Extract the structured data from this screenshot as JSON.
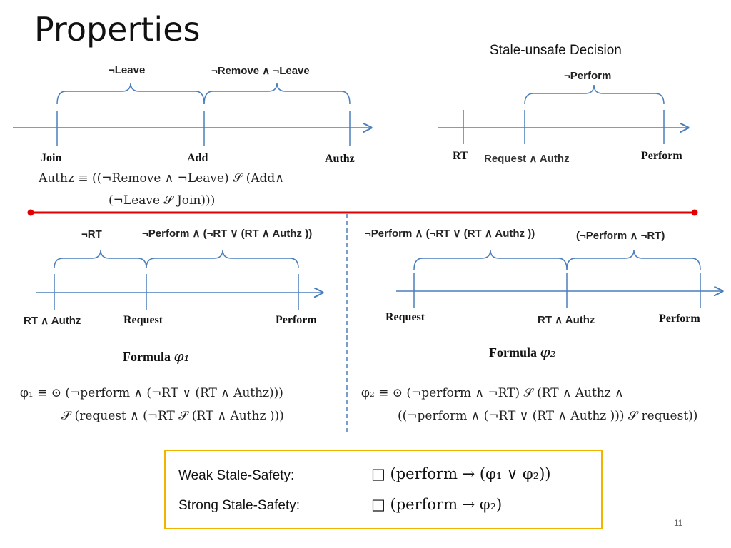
{
  "slide": {
    "title": "Properties",
    "page_number": "11"
  },
  "top_left": {
    "brace_labels": [
      "¬Leave",
      "¬Remove ∧  ¬Leave"
    ],
    "tick_labels": [
      "Join",
      "Add",
      "Authz"
    ],
    "formula_line1": "Authz ≡ ((¬Remove ∧ ¬Leave) 𝒮 (Add∧",
    "formula_line2": "(¬Leave 𝒮 Join)))"
  },
  "top_right": {
    "heading": "Stale-unsafe Decision",
    "brace_label": "¬Perform",
    "tick_labels": [
      "RT",
      "Request ∧ Authz",
      "Perform"
    ]
  },
  "bottom_left": {
    "brace_labels": [
      "¬RT",
      "¬Perform ∧  (¬RT ∨ (RT ∧ Authz ))"
    ],
    "tick_labels": [
      "RT ∧ Authz",
      "Request",
      "Perform"
    ],
    "caption": "Formula",
    "caption_symbol": "φ₁",
    "formula_line1": "φ₁ ≡ ⊙ (¬perform ∧ (¬RT ∨ (RT ∧ Authz)))",
    "formula_line2": "𝒮 (request ∧ (¬RT 𝒮 (RT ∧ Authz )))"
  },
  "bottom_right": {
    "brace_labels": [
      "¬Perform ∧  (¬RT ∨ (RT ∧ Authz ))",
      "(¬Perform ∧  ¬RT)"
    ],
    "tick_labels": [
      "Request",
      "RT ∧ Authz",
      "Perform"
    ],
    "caption": "Formula",
    "caption_symbol": "φ₂",
    "formula_line1": "φ₂ ≡ ⊙ (¬perform ∧ ¬RT) 𝒮 (RT ∧ Authz ∧",
    "formula_line2": "((¬perform ∧ (¬RT ∨ (RT ∧ Authz ))) 𝒮 request))"
  },
  "safety_box": {
    "weak_label": "Weak Stale-Safety:",
    "weak_formula": "□ (perform → (φ₁ ∨ φ₂))",
    "strong_label": "Strong Stale-Safety:",
    "strong_formula": "□ (perform → φ₂)"
  },
  "colors": {
    "timeline": "#4a7ebb",
    "divider": "#e00000",
    "box_border": "#f0b400"
  }
}
